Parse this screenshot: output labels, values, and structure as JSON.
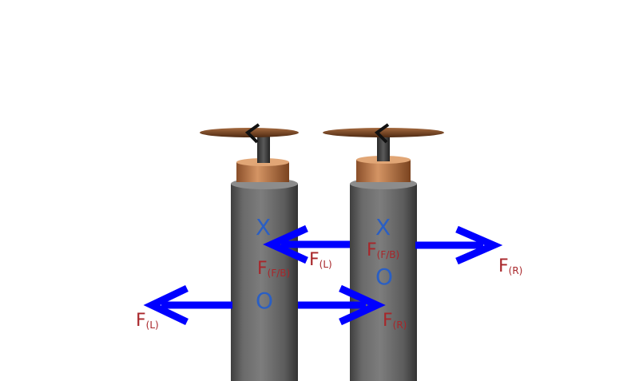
{
  "colors": {
    "background": "#ffffff",
    "arrow": "#0000ff",
    "marker": "#2a5fc4",
    "force_label": "#a8262a",
    "cylinder": "#6e6e6e",
    "collar": "#c8804e",
    "disc": "#6b3c1f"
  },
  "left_unit": {
    "marker_top": "X",
    "marker_bottom": "O",
    "mid_label": {
      "main": "F",
      "sub": "(F/B)"
    },
    "upper_arrow_label": {
      "main": "F",
      "sub": "(L)"
    },
    "lower_left_label": {
      "main": "F",
      "sub": "(L)"
    },
    "lower_right_label": {
      "main": "F",
      "sub": "(R)"
    }
  },
  "right_unit": {
    "marker_top": "X",
    "marker_bottom": "O",
    "mid_label": {
      "main": "F",
      "sub": "(F/B)"
    },
    "right_arrow_label": {
      "main": "F",
      "sub": "(R)"
    }
  }
}
